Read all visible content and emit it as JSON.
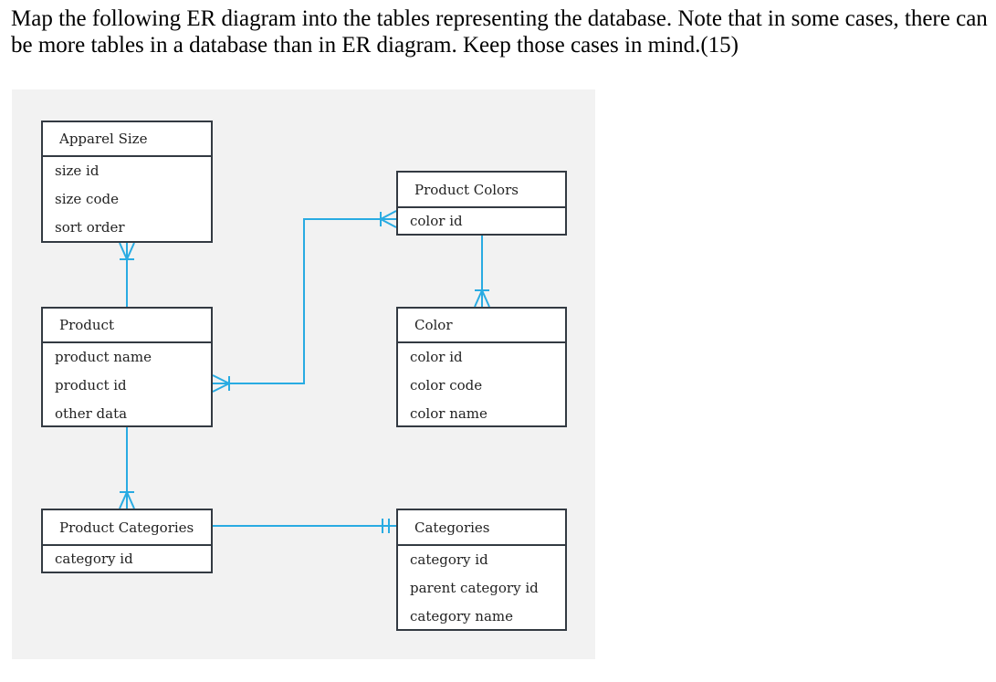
{
  "question": "Map the following ER diagram into the tables representing the database. Note that in some cases, there can be more tables in a database than in ER diagram. Keep those cases in mind.(15)",
  "colors": {
    "connector": "#29abe2",
    "border": "#333a42",
    "panel": "#f2f2f2"
  },
  "entities": {
    "apparel_size": {
      "title": "Apparel Size",
      "attributes": [
        "size id",
        "size code",
        "sort order"
      ]
    },
    "product": {
      "title": "Product",
      "attributes": [
        "product name",
        "product id",
        "other data"
      ]
    },
    "product_colors": {
      "title": "Product Colors",
      "attributes": [
        "color id"
      ]
    },
    "color": {
      "title": "Color",
      "attributes": [
        "color id",
        "color code",
        "color name"
      ]
    },
    "product_categories": {
      "title": "Product Categories",
      "attributes": [
        "category id"
      ]
    },
    "categories": {
      "title": "Categories",
      "attributes": [
        "category id",
        "parent category id",
        "category name"
      ]
    }
  },
  "relationships": [
    {
      "from": "Product",
      "to": "Apparel Size",
      "to_end": "one-or-many"
    },
    {
      "from": "Product",
      "to": "Product Colors",
      "from_end": "one-or-many",
      "to_end": "one-or-many"
    },
    {
      "from": "Product Colors",
      "to": "Color",
      "to_end": "one-or-many"
    },
    {
      "from": "Product",
      "to": "Product Categories",
      "to_end": "one-or-many"
    },
    {
      "from": "Product Categories",
      "to": "Categories",
      "to_end": "one-and-only-one"
    }
  ]
}
